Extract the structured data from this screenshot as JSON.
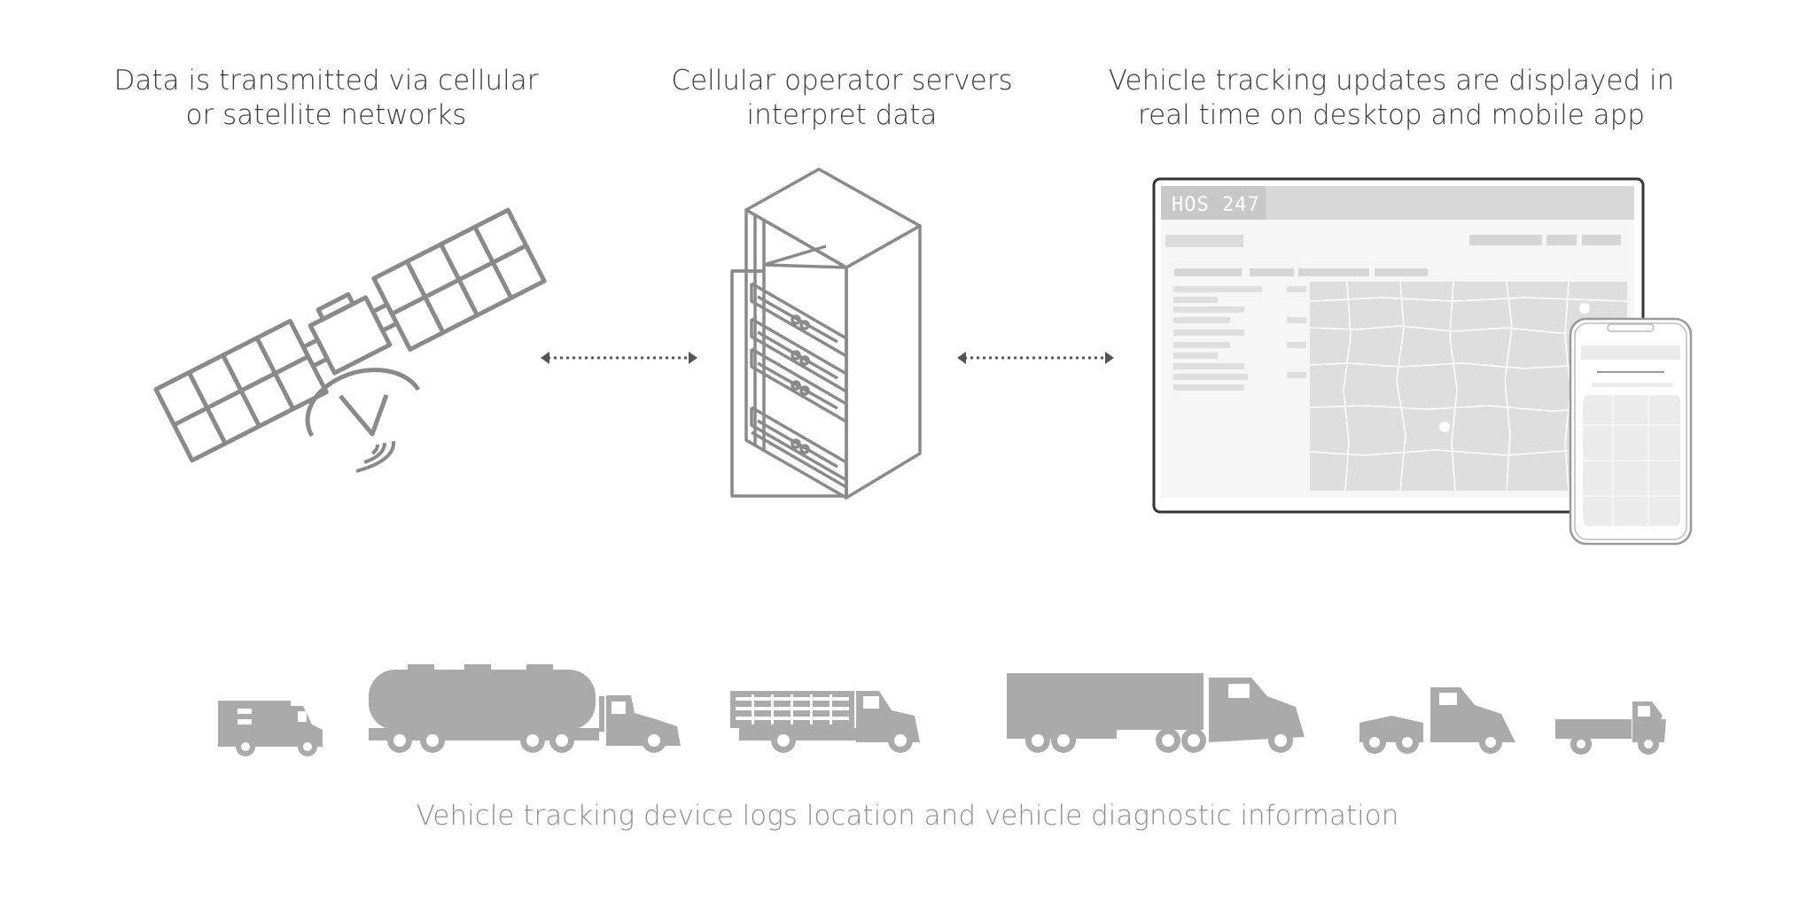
{
  "captions": {
    "satellite": [
      "Data is transmitted via cellular",
      "or satellite networks"
    ],
    "server": [
      "Cellular operator servers",
      "interpret data"
    ],
    "app": [
      "Vehicle tracking updates are displayed in",
      "real time on desktop and mobile app"
    ],
    "vehicles": "Vehicle tracking device logs location and vehicle diagnostic information"
  },
  "monitor": {
    "brand": "HOS 247"
  },
  "icons": {
    "satellite": "satellite-icon",
    "server": "server-rack-icon",
    "arrows": "double-arrow-icon",
    "monitor": "monitor-icon",
    "phone": "smartphone-icon",
    "vehicles": [
      "van-icon",
      "tanker-truck-icon",
      "stake-truck-icon",
      "semi-trailer-truck-icon",
      "tractor-with-hitch-icon",
      "flatbed-pickup-icon"
    ]
  },
  "colors": {
    "caption": "#3a3a3a",
    "subcaption": "#8e8e8e",
    "line_art": "#8a8a8a",
    "vehicle_fill": "#aaaaaa"
  }
}
